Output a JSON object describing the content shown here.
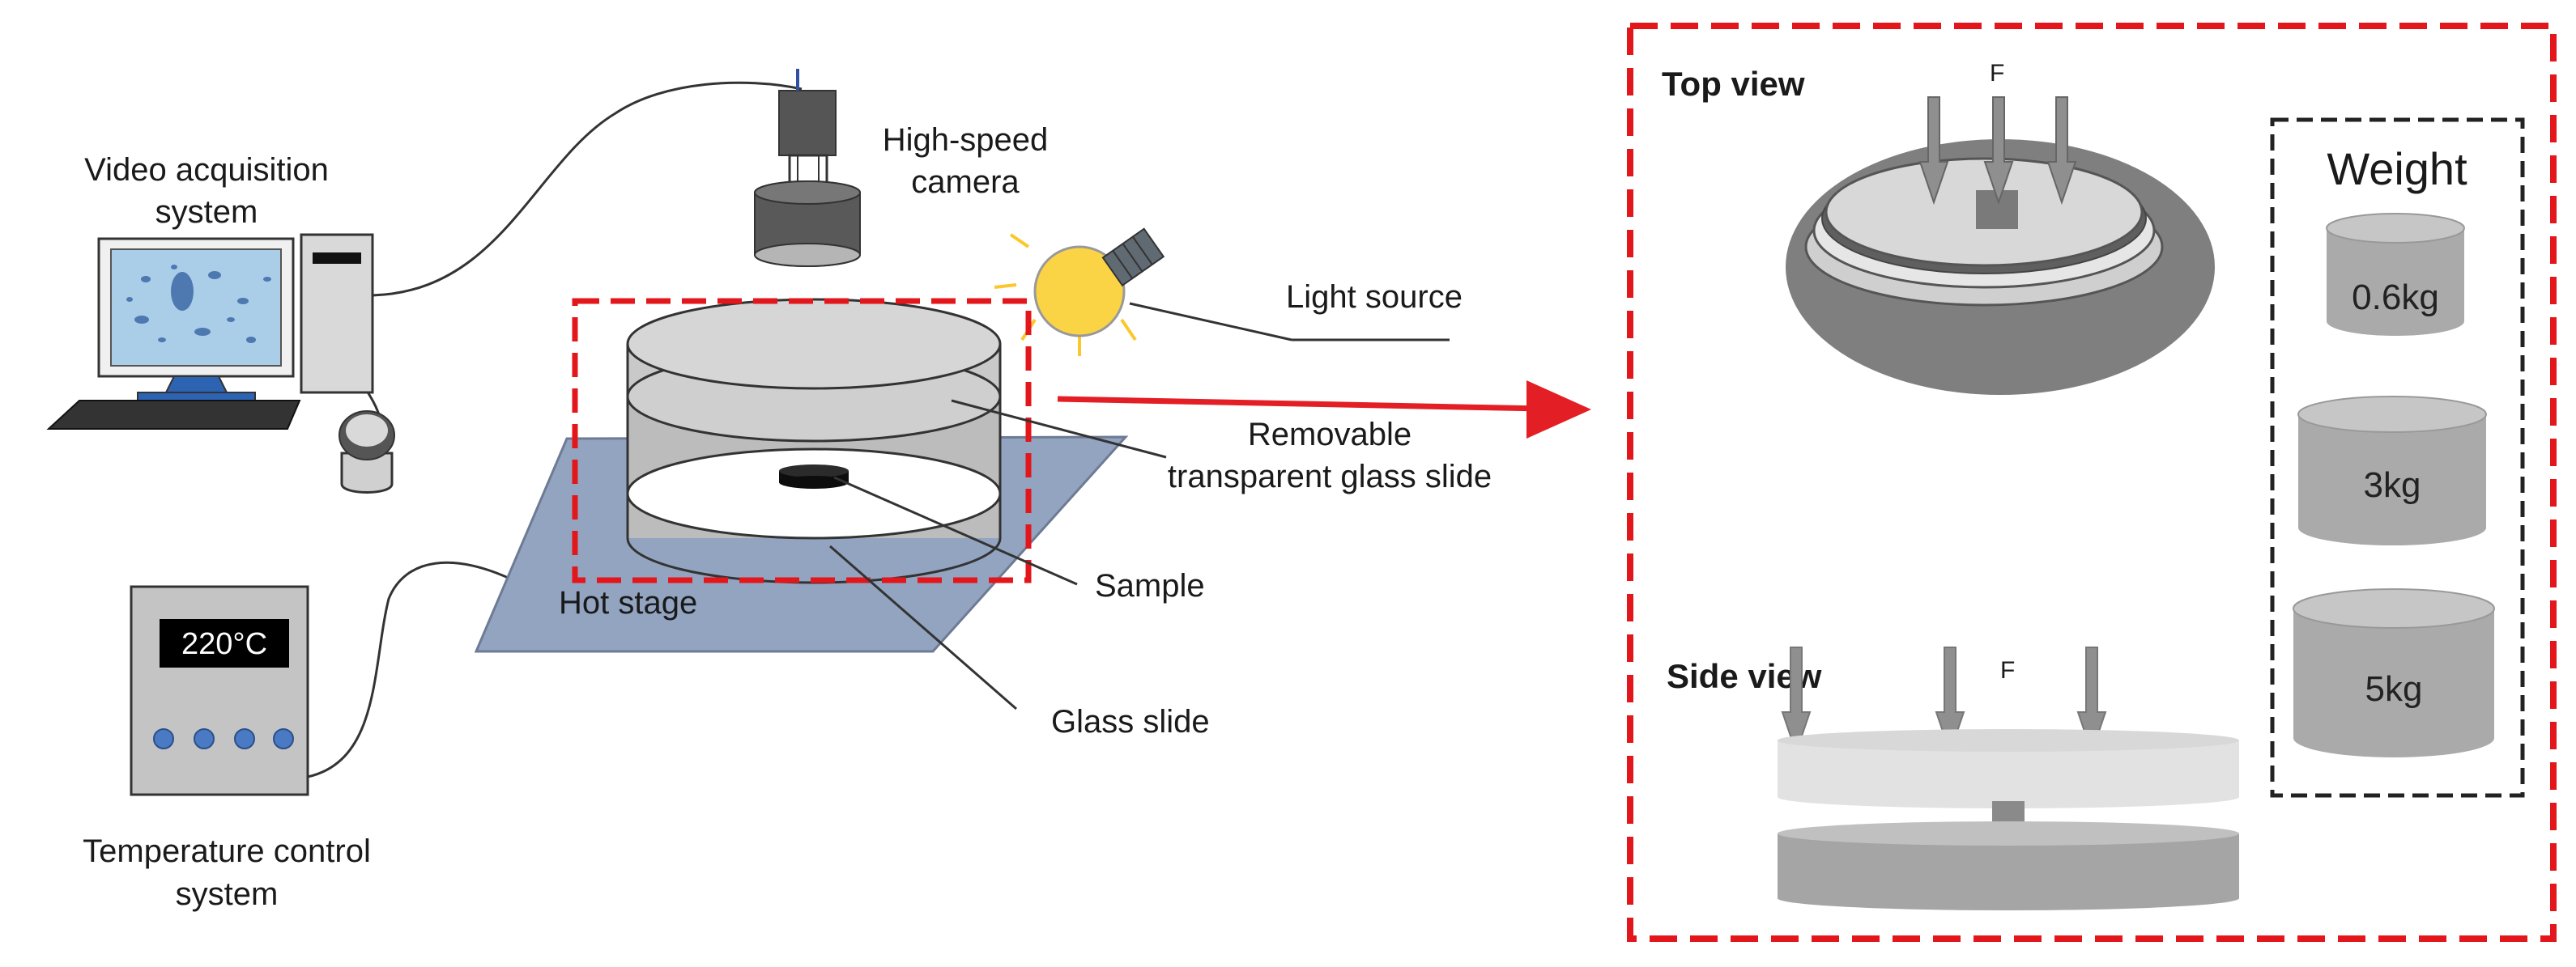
{
  "labels": {
    "video_acquisition": [
      "Video acquisition",
      "system"
    ],
    "high_speed_camera": [
      "High-speed",
      "camera"
    ],
    "light_source": "Light source",
    "removable_slide": [
      "Removable",
      "transparent glass slide"
    ],
    "sample": "Sample",
    "hot_stage": "Hot stage",
    "glass_slide": "Glass slide",
    "temperature_control": [
      "Temperature control",
      "system"
    ],
    "temperature_display": "220°C"
  },
  "detail_panel": {
    "top_view": "Top view",
    "side_view": "Side view",
    "force_label": "F",
    "weight_title": "Weight",
    "weights": [
      "0.6kg",
      "3kg",
      "5kg"
    ]
  },
  "colors": {
    "dashed_red": "#e3161b",
    "arrow_red": "#e31e24",
    "hot_stage": "#93a4c1",
    "monitor_screen": "#aacde8",
    "bulb": "#fbd446",
    "display_bg": "#000000",
    "knob": "#4a7ac4"
  }
}
